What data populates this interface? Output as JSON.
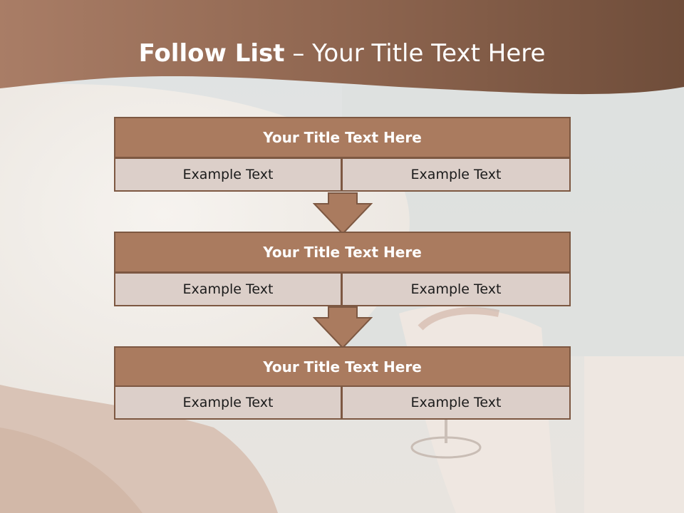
{
  "slide": {
    "title_bold": "Follow List",
    "title_rest": "  – Your Title Text Here"
  },
  "blocks": [
    {
      "title": "Your Title Text Here",
      "left": "Example Text",
      "right": "Example Text"
    },
    {
      "title": "Your Title Text Here",
      "left": "Example Text",
      "right": "Example Text"
    },
    {
      "title": "Your Title Text Here",
      "left": "Example Text",
      "right": "Example Text"
    }
  ],
  "colors": {
    "header_band": "#8a5f45",
    "block_title_fill": "#aa7b5f",
    "block_border": "#7d5842",
    "cell_fill": "#dccfc9",
    "arrow_fill": "#aa7b5f"
  }
}
